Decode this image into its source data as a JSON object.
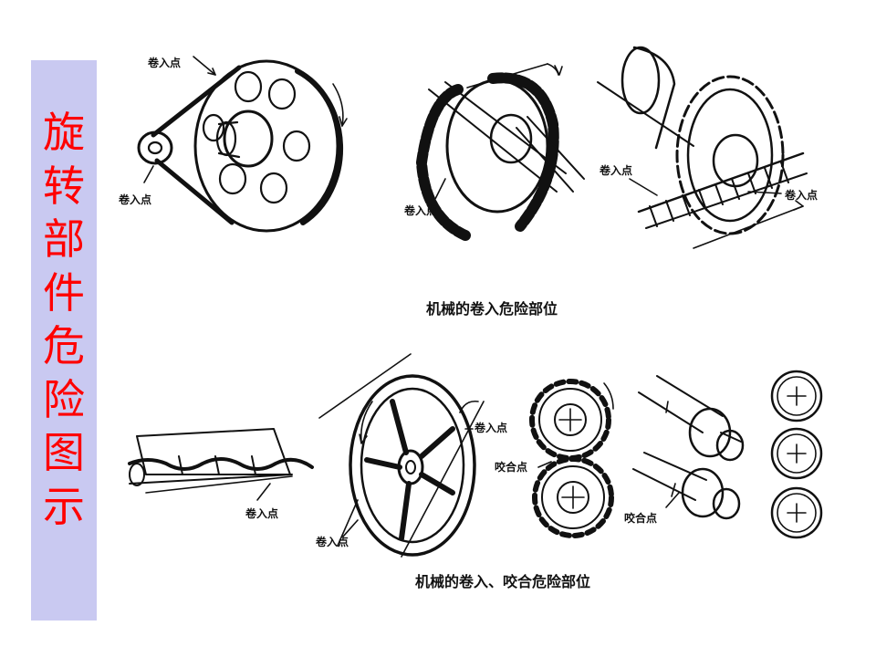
{
  "sidebar": {
    "title_chars": [
      "旋",
      "转",
      "部",
      "件",
      "危",
      "险",
      "图",
      "示"
    ],
    "background": "#c9c9f1",
    "title_color": "#ff0000"
  },
  "labels": {
    "in_running": "卷入点",
    "nip": "咬合点"
  },
  "captions": {
    "top": "机械的卷入危险部位",
    "bottom": "机械的卷入、咬合危险部位"
  }
}
